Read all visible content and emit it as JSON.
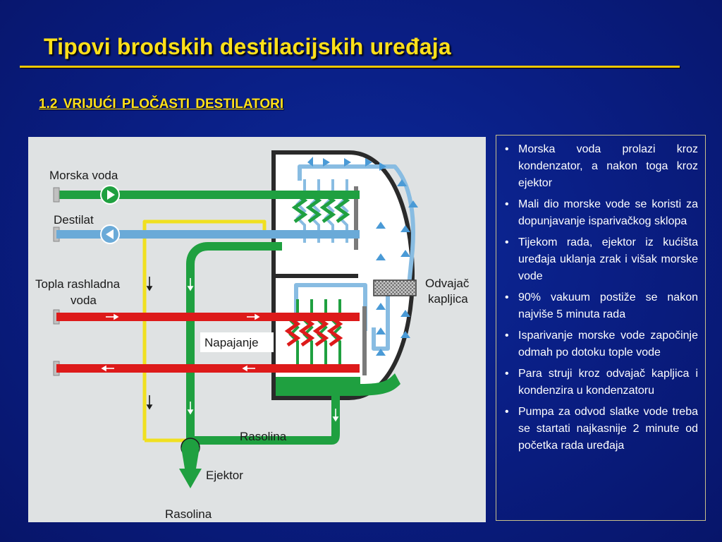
{
  "slide": {
    "title": "Tipovi brodskih destilacijskih uređaja",
    "subtitle": "1.2  VRIJUĆI  PLOČASTI  DESTILATORI"
  },
  "diagram": {
    "labels": {
      "morska_voda": "Morska voda",
      "destilat": "Destilat",
      "topla_rashladna_1": "Topla rashladna",
      "topla_rashladna_2": "voda",
      "napajanje": "Napajanje",
      "odvajac_1": "Odvajač",
      "odvajac_2": "kapljica",
      "rasolina_mid": "Rasolina",
      "ejektor": "Ejektor",
      "rasolina_bottom": "Rasolina"
    },
    "colors": {
      "sea_water": "#1a9a3a",
      "distillate": "#6aaad8",
      "hot_water": "#dd1a1a",
      "feed_line": "#f0e020",
      "shell": "#2a2a2a"
    }
  },
  "notes": [
    "Morska voda prolazi kroz kondenzator, a nakon toga kroz ejektor",
    "Mali dio morske vode se koristi za dopunjavanje isparivačkog sklopa",
    "Tijekom rada, ejektor iz kućišta uređaja uklanja zrak i višak morske vode",
    "90% vakuum postiže se nakon najviše 5 minuta rada",
    "Isparivanje morske vode započinje odmah po dotoku tople vode",
    "Para struji kroz odvajač kapljica i kondenzira u kondenzatoru",
    "Pumpa za odvod slatke vode treba se startati najkasnije 2 minute od početka rada uređaja"
  ]
}
